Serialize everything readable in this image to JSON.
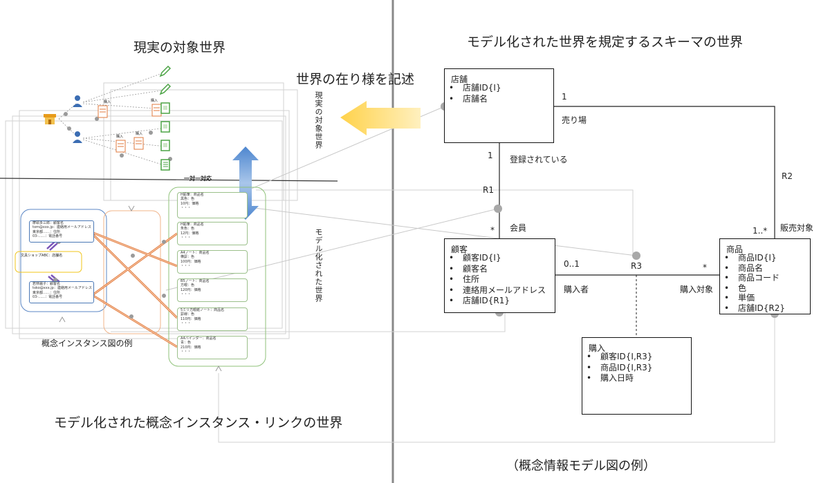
{
  "left": {
    "title_top": "現実の対象世界",
    "describe_label": "世界の在り様を記述",
    "vertical_real": "現実の対象世界",
    "vertical_model": "モデル化された世界",
    "one_to_one": "一対一対応",
    "instance_caption": "概念インスタンス図の例",
    "title_bottom": "モデル化された概念インスタンス・リンクの世界",
    "purchase_labels": [
      "購入",
      "購入",
      "購入",
      "購入"
    ],
    "customers": [
      {
        "lines": [
          "摩耶多三郎：顧客名",
          "tom@xxx.jp：連絡用メールアドレス",
          "東京都……：住所",
          "03-……：電話番号"
        ]
      },
      {
        "lines": [
          "若林麗子：顧客名",
          "toko@xxx.jp：連絡用メールアドレス",
          "東京都……：住所",
          "03-……：電話番号"
        ]
      }
    ],
    "store": {
      "lines": [
        "文具ショップABC：店舗名"
      ]
    },
    "products": [
      {
        "lines": [
          "H鉛筆：商品名",
          "黒色：色",
          "10円：価格",
          "・・・"
        ]
      },
      {
        "lines": [
          "H鉛筆：商品名",
          "朱色：色",
          "12円：価格",
          "・・・"
        ]
      },
      {
        "lines": [
          "A4ノート：商品名",
          "横罫：色",
          "100円：価格",
          "・・・"
        ]
      },
      {
        "lines": [
          "B5ノート：商品名",
          "方眼：色",
          "120円：価格",
          "・・・"
        ]
      },
      {
        "lines": [
          "5ミリ方眼紙ノート：商品名",
          "罫線：色",
          "110円：価格",
          "・・・"
        ]
      },
      {
        "lines": [
          "A4バインダー：商品名",
          "青：色",
          "210円：価格",
          "・・・"
        ]
      }
    ]
  },
  "right": {
    "title": "モデル化された世界を規定するスキーマの世界",
    "caption": "（概念情報モデル図の例）",
    "classes": {
      "store": {
        "name": "店舗",
        "attrs": [
          "店舗ID{I}",
          "店舗名"
        ]
      },
      "customer": {
        "name": "顧客",
        "attrs": [
          "顧客ID{I}",
          "顧客名",
          "住所",
          "連絡用メールアドレス",
          "店舗ID{R1}"
        ]
      },
      "product": {
        "name": "商品",
        "attrs": [
          "商品ID{I}",
          "商品名",
          "商品コード",
          "色",
          "単価",
          "店舗ID{R2}"
        ]
      },
      "purchase": {
        "name": "購入",
        "attrs": [
          "顧客ID{I,R3}",
          "商品ID{I,R3}",
          "購入日時"
        ]
      }
    },
    "labels": {
      "r1_mult_top": "1",
      "registered": "登録されている",
      "r1": "R1",
      "r1_mult_bottom": "*",
      "member": "会員",
      "r2_mult_top": "1",
      "sales_floor": "売り場",
      "r2": "R2",
      "r2_mult_bottom": "1..*",
      "sales_target": "販売対象",
      "r3_mult_left": "0..1",
      "r3": "R3",
      "r3_mult_right": "*",
      "buyer": "購入者",
      "purchase_target": "購入対象"
    }
  },
  "colors": {
    "arrow_yellow": "#ffd966",
    "arrow_blue": "#6fa0d8",
    "link_orange": "#e07a3c",
    "link_purple": "#7b55b8",
    "green_frame": "#8fc27a",
    "blue_frame": "#5b87c5",
    "divider": "#888888"
  },
  "icons": [
    "pencil-icon",
    "person-icon",
    "shop-icon",
    "document-icon",
    "notebook-icon",
    "double-arrow-icon",
    "left-arrow-icon"
  ]
}
